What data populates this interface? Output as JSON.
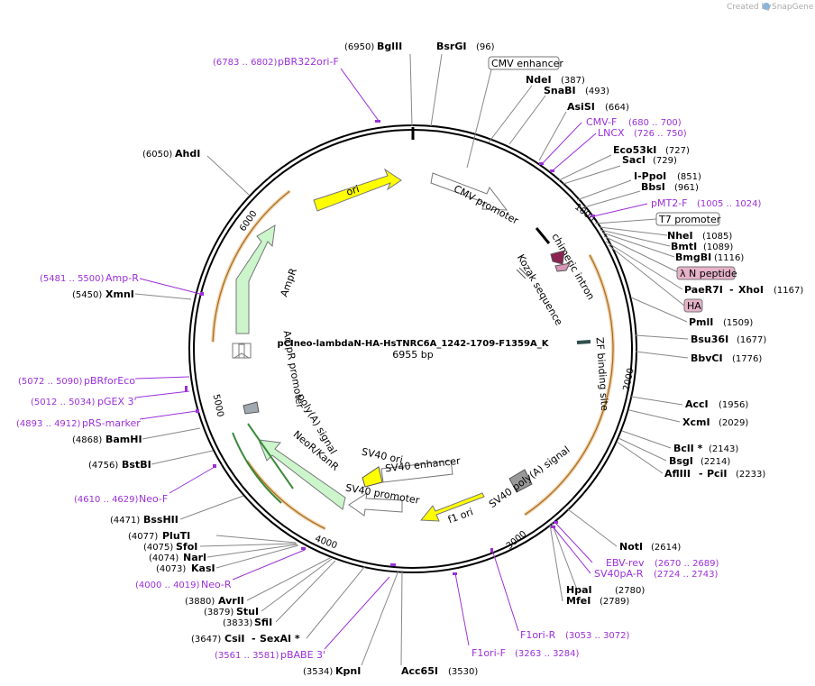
{
  "header": {
    "created_by": "Created by",
    "brand": "SnapGene"
  },
  "plasmid": {
    "name": "pCIneo-lambdaN-HA-HsTNRC6A_1242-1709-F1359A_K",
    "size": "6955 bp"
  },
  "tick_labels": [
    "1000",
    "2000",
    "3000",
    "4000",
    "5000",
    "6000"
  ],
  "sites": [
    {
      "name": "BglII",
      "pos": "(6950)"
    },
    {
      "name": "BsrGI",
      "pos": "(96)"
    },
    {
      "name": "NdeI",
      "pos": "(387)"
    },
    {
      "name": "SnaBI",
      "pos": "(493)"
    },
    {
      "name": "AsiSI",
      "pos": "(664)"
    },
    {
      "name": "Eco53kI",
      "pos": "(727)"
    },
    {
      "name": "SacI",
      "pos": "(729)"
    },
    {
      "name": "I-PpoI",
      "pos": "(851)"
    },
    {
      "name": "BbsI",
      "pos": "(961)"
    },
    {
      "name": "NheI",
      "pos": "(1085)"
    },
    {
      "name": "BmtI",
      "pos": "(1089)"
    },
    {
      "name": "BmgBI",
      "pos": "(1116)"
    },
    {
      "name": "PaeR7I",
      "pos": ""
    },
    {
      "name": "XhoI",
      "pos": "(1167)"
    },
    {
      "name": "PmlI",
      "pos": "(1509)"
    },
    {
      "name": "Bsu36I",
      "pos": "(1677)"
    },
    {
      "name": "BbvCI",
      "pos": "(1776)"
    },
    {
      "name": "AccI",
      "pos": "(1956)"
    },
    {
      "name": "XcmI",
      "pos": "(2029)"
    },
    {
      "name": "BclI *",
      "pos": "(2143)"
    },
    {
      "name": "BsgI",
      "pos": "(2214)"
    },
    {
      "name": "AflIII",
      "pos": ""
    },
    {
      "name": "PciI",
      "pos": "(2233)"
    },
    {
      "name": "NotI",
      "pos": "(2614)"
    },
    {
      "name": "HpaI",
      "pos": "(2780)"
    },
    {
      "name": "MfeI",
      "pos": "(2789)"
    },
    {
      "name": "Acc65I",
      "pos": "(3530)"
    },
    {
      "name": "KpnI",
      "pos": "(3534)"
    },
    {
      "name": "CsiI",
      "pos": "(3647)"
    },
    {
      "name": "SexAI *",
      "pos": ""
    },
    {
      "name": "SfiI",
      "pos": "(3833)"
    },
    {
      "name": "StuI",
      "pos": "(3879)"
    },
    {
      "name": "AvrII",
      "pos": "(3880)"
    },
    {
      "name": "KasI",
      "pos": "(4073)"
    },
    {
      "name": "NarI",
      "pos": "(4074)"
    },
    {
      "name": "SfoI",
      "pos": "(4075)"
    },
    {
      "name": "PluTI",
      "pos": "(4077)"
    },
    {
      "name": "BssHII",
      "pos": "(4471)"
    },
    {
      "name": "BstBI",
      "pos": "(4756)"
    },
    {
      "name": "BamHI",
      "pos": "(4868)"
    },
    {
      "name": "XmnI",
      "pos": "(5450)"
    },
    {
      "name": "AhdI",
      "pos": "(6050)"
    }
  ],
  "primers": [
    {
      "name": "pBR322ori-F",
      "range": "(6783 .. 6802)"
    },
    {
      "name": "CMV-F",
      "range": "(680 .. 700)"
    },
    {
      "name": "LNCX",
      "range": "(726 .. 750)"
    },
    {
      "name": "pMT2-F",
      "range": "(1005 .. 1024)"
    },
    {
      "name": "EBV-rev",
      "range": "(2670 .. 2689)"
    },
    {
      "name": "SV40pA-R",
      "range": "(2724 .. 2743)"
    },
    {
      "name": "F1ori-R",
      "range": "(3053 .. 3072)"
    },
    {
      "name": "F1ori-F",
      "range": "(3263 .. 3284)"
    },
    {
      "name": "pBABE 3'",
      "range": "(3561 .. 3581)"
    },
    {
      "name": "Neo-R",
      "range": "(4000 .. 4019)"
    },
    {
      "name": "Neo-F",
      "range": "(4610 .. 4629)"
    },
    {
      "name": "pRS-marker",
      "range": "(4893 .. 4912)"
    },
    {
      "name": "pGEX 3'",
      "range": "(5012 .. 5034)"
    },
    {
      "name": "pBRforEco",
      "range": "(5072 .. 5090)"
    },
    {
      "name": "Amp-R",
      "range": "(5481 .. 5500)"
    }
  ],
  "boxed_labels": {
    "cmv_enhancer": "CMV enhancer",
    "t7_promoter": "T7 promoter",
    "lambda_n_peptide": "λ N peptide",
    "ha": "HA"
  },
  "features": {
    "ori_arrow": "ori",
    "cmv_promoter": "CMV promoter",
    "chimeric_intron": "chimeric intron",
    "kozak_sequence": "Kozak sequence",
    "zf_binding_site": "ZF binding site",
    "sv40_polya_signal": "SV40 poly(A) signal",
    "f1_ori": "f1 ori",
    "sv40_ori": "SV40 ori",
    "sv40_enhancer": "SV40 enhancer",
    "sv40_promoter": "SV40 promoter",
    "neor_kanr": "NeoR/KanR",
    "polya_signal": "poly(A) signal",
    "ampr": "AmpR",
    "ampr_promoter": "AmpR promoter"
  },
  "colors": {
    "backbone": "#000000",
    "primer": "#9b30d9",
    "ori": "#ffff00",
    "ampr": "#ccf5cc",
    "neor": "#ccf5cc",
    "orf_orange": "#e8a85a",
    "lambda_box": "#e6b3c8",
    "intron": "#8b2252",
    "polya": "#999999"
  }
}
